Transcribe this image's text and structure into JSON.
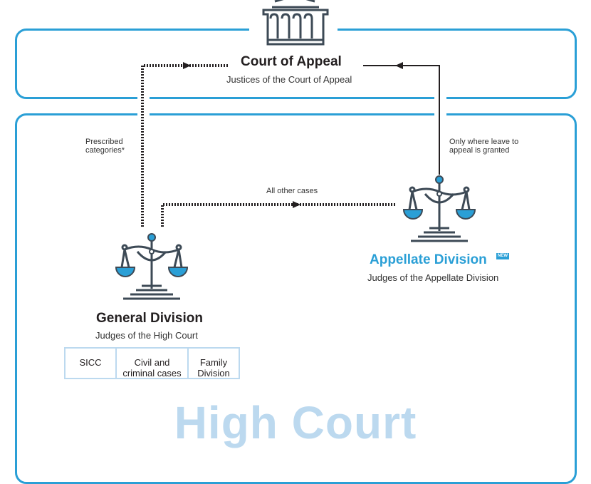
{
  "court_of_appeal": {
    "title": "Court of Appeal",
    "subtitle": "Justices of the Court of Appeal",
    "icon": "courthouse-icon"
  },
  "high_court": {
    "label": "High Court",
    "general_division": {
      "title": "General Division",
      "subtitle": "Judges of the High Court",
      "icon": "scales-of-justice-icon",
      "sub_units": [
        "SICC",
        "Civil and criminal cases",
        "Family Division"
      ]
    },
    "appellate_division": {
      "title": "Appellate Division",
      "badge": "NEW",
      "subtitle": "Judges of the Appellate Division",
      "icon": "scales-of-justice-icon"
    }
  },
  "edges": [
    {
      "from": "General Division",
      "to": "Court of Appeal",
      "label": "Prescribed categories*",
      "style": "dotted"
    },
    {
      "from": "General Division",
      "to": "Appellate Division",
      "label": "All other cases",
      "style": "dotted"
    },
    {
      "from": "Appellate Division",
      "to": "Court of Appeal",
      "label": "Only where leave to appeal is granted",
      "style": "solid"
    }
  ],
  "labels": {
    "prescribed_line1": "Prescribed",
    "prescribed_line2": "categories*",
    "all_other": "All other cases",
    "leave_line1": "Only where leave to",
    "leave_line2": "appeal is granted",
    "sicc": "SICC",
    "civil_line1": "Civil and",
    "civil_line2": "criminal cases",
    "family_line1": "Family",
    "family_line2": "Division"
  },
  "colors": {
    "frame": "#2a9fd6",
    "accent": "#2a9fd6",
    "watermark": "#bcd9ef",
    "icon": "#3d4a56"
  }
}
